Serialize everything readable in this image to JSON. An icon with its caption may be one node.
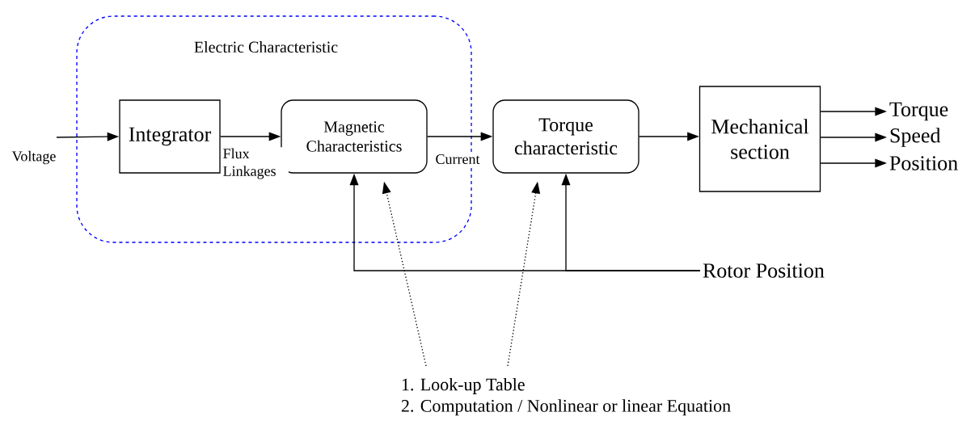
{
  "diagram": {
    "nodes": [
      {
        "text": [
          "Electric Characteristic"
        ]
      },
      {
        "text": [
          "Integrator"
        ],
        "in": 0
      },
      {
        "text": [
          "Magnetic Characteristics"
        ],
        "in": 0
      },
      {
        "text": [
          "Torque characteristic"
        ]
      },
      {
        "text": [
          "Mechanical section"
        ]
      },
      {
        "text": [
          "Torque"
        ]
      },
      {
        "text": [
          "Speed"
        ]
      },
      {
        "text": [
          "Position"
        ]
      },
      {
        "text": [
          "Rotor Position"
        ]
      },
      {
        "text": [
          "1. Look-up Table",
          "2. Computation / Nonlinear or linear Equation"
        ]
      }
    ],
    "edges": [
      {
        "from": null,
        "to": 1,
        "arrow": "to",
        "label": "Voltage"
      },
      {
        "from": 1,
        "to": 2,
        "arrow": "to",
        "label": "Flux Linkages"
      },
      {
        "from": 2,
        "to": 3,
        "arrow": "to",
        "label": "Current"
      },
      {
        "from": 3,
        "to": 4,
        "arrow": "to"
      },
      {
        "from": 4,
        "to": 5,
        "arrow": "to"
      },
      {
        "from": 4,
        "to": 6,
        "arrow": "to"
      },
      {
        "from": 4,
        "to": 7,
        "arrow": "to"
      },
      {
        "from": 8,
        "to": 2,
        "arrow": "to"
      },
      {
        "from": 8,
        "to": 3,
        "arrow": "to"
      },
      {
        "from": 9,
        "to": 2,
        "arrow": "to",
        "style": "dashed"
      },
      {
        "from": 9,
        "to": 3,
        "arrow": "to",
        "style": "dashed"
      }
    ]
  }
}
